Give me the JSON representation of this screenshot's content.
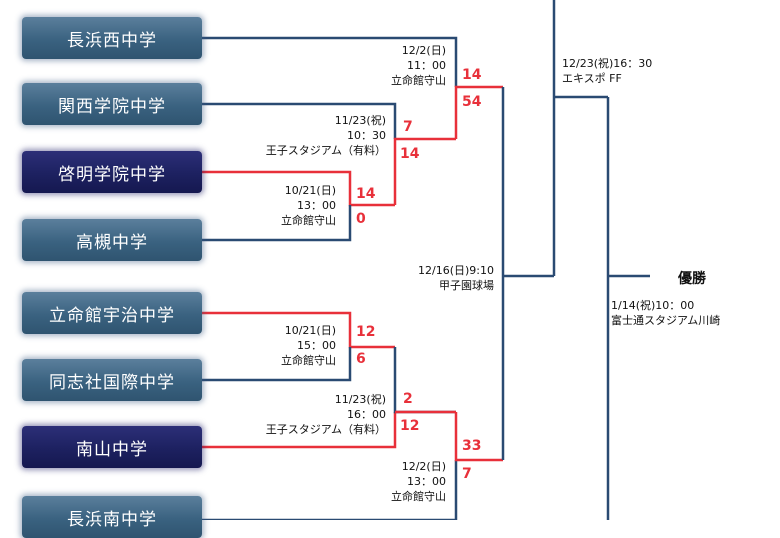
{
  "teams": [
    {
      "name": "長浜西中学",
      "winner": false
    },
    {
      "name": "関西学院中学",
      "winner": false
    },
    {
      "name": "啓明学院中学",
      "winner": true
    },
    {
      "name": "高槻中学",
      "winner": false
    },
    {
      "name": "立命館宇治中学",
      "winner": false
    },
    {
      "name": "同志社国際中学",
      "winner": false
    },
    {
      "name": "南山中学",
      "winner": true
    },
    {
      "name": "長浜南中学",
      "winner": false
    }
  ],
  "matches": {
    "m1": {
      "date": "10/21(日)",
      "time": "13：00",
      "venue": "立命館守山",
      "score_top": "14",
      "score_bottom": "0"
    },
    "m2": {
      "date": "11/23(祝)",
      "time": "10：30",
      "venue": "王子スタジアム（有料）",
      "score_top": "7",
      "score_bottom": "14"
    },
    "m3": {
      "date": "12/2(日)",
      "time": "11：00",
      "venue": "立命館守山",
      "score_top": "14",
      "score_bottom": "54"
    },
    "m4": {
      "date": "10/21(日)",
      "time": "15：00",
      "venue": "立命館守山",
      "score_top": "12",
      "score_bottom": "6"
    },
    "m5": {
      "date": "11/23(祝)",
      "time": "16：00",
      "venue": "王子スタジアム（有料）",
      "score_top": "2",
      "score_bottom": "12"
    },
    "m6": {
      "date": "12/2(日)",
      "time": "13：00",
      "venue": "立命館守山",
      "score_top": "33",
      "score_bottom": "7"
    },
    "m7": {
      "datetime": "12/16(日)9:10",
      "venue": "甲子園球場"
    },
    "m8": {
      "datetime": "12/23(祝)16：30",
      "venue": "エキスポ FF"
    },
    "final": {
      "label": "優勝",
      "datetime": "1/14(祝)10：00",
      "venue": "富士通スタジアム川崎"
    }
  },
  "colors": {
    "loser_line": "#2a4a72",
    "winner_line": "#e8303a",
    "score": "#e8303a"
  }
}
